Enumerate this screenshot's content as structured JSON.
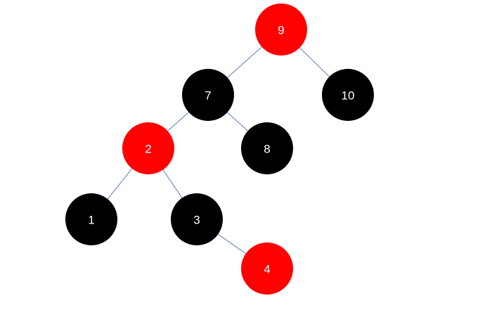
{
  "colors": {
    "red": "#ff0000",
    "black": "#000000",
    "edge": "#6f8fc7",
    "label": "#ffffff",
    "background": "#ffffff"
  },
  "tree": {
    "nodes": [
      {
        "id": "n9",
        "label": "9",
        "color": "red"
      },
      {
        "id": "n7",
        "label": "7",
        "color": "black"
      },
      {
        "id": "n10",
        "label": "10",
        "color": "black"
      },
      {
        "id": "n2",
        "label": "2",
        "color": "red"
      },
      {
        "id": "n8",
        "label": "8",
        "color": "black"
      },
      {
        "id": "n1",
        "label": "1",
        "color": "black"
      },
      {
        "id": "n3",
        "label": "3",
        "color": "black"
      },
      {
        "id": "n4",
        "label": "4",
        "color": "red"
      }
    ],
    "edges": [
      {
        "from": "n9",
        "to": "n7"
      },
      {
        "from": "n9",
        "to": "n10"
      },
      {
        "from": "n7",
        "to": "n2"
      },
      {
        "from": "n7",
        "to": "n8"
      },
      {
        "from": "n2",
        "to": "n1"
      },
      {
        "from": "n2",
        "to": "n3"
      },
      {
        "from": "n3",
        "to": "n4"
      }
    ]
  }
}
